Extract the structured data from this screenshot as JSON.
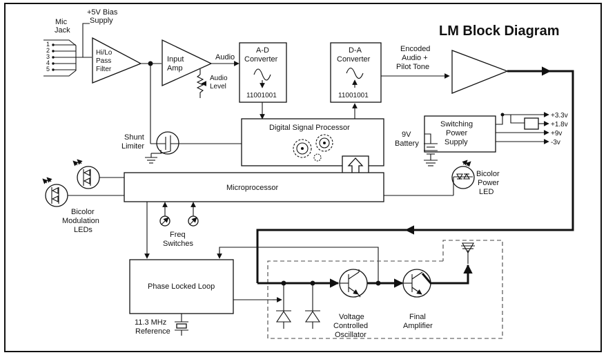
{
  "title": "LM Block Diagram",
  "labels": {
    "mic_jack_1": "Mic",
    "mic_jack_2": "Jack",
    "bias_1": "+5V Bias",
    "bias_2": "Supply",
    "pins": [
      "1",
      "2",
      "3",
      "4",
      "5"
    ],
    "filter_1": "Hi/Lo",
    "filter_2": "Pass",
    "filter_3": "Filter",
    "input_amp_1": "Input",
    "input_amp_2": "Amp",
    "audio": "Audio",
    "audio_level_1": "Audio",
    "audio_level_2": "Level",
    "ad_1": "A-D",
    "ad_2": "Converter",
    "ad_bits": "11001001",
    "da_1": "D-A",
    "da_2": "Converter",
    "da_bits": "11001001",
    "encoded_1": "Encoded",
    "encoded_2": "Audio +",
    "encoded_3": "Pilot Tone",
    "dsp": "Digital Signal Processor",
    "v33": "+3.3v",
    "v18": "+1.8v",
    "v9": "+9v",
    "vm3": "-3v",
    "switching_1": "Switching",
    "switching_2": "Power",
    "switching_3": "Supply",
    "battery_1": "9V",
    "battery_2": "Battery",
    "shunt_1": "Shunt",
    "shunt_2": "Limiter",
    "microprocessor": "Microprocessor",
    "bicolor_power_1": "Bicolor",
    "bicolor_power_2": "Power",
    "bicolor_power_3": "LED",
    "bicolor_mod_1": "Bicolor",
    "bicolor_mod_2": "Modulation",
    "bicolor_mod_3": "LEDs",
    "freq_1": "Freq",
    "freq_2": "Switches",
    "pll": "Phase Locked Loop",
    "ref_1": "11.3 MHz",
    "ref_2": "Reference",
    "vco_1": "Voltage",
    "vco_2": "Controlled",
    "vco_3": "Oscillator",
    "final_1": "Final",
    "final_2": "Amplifier"
  }
}
